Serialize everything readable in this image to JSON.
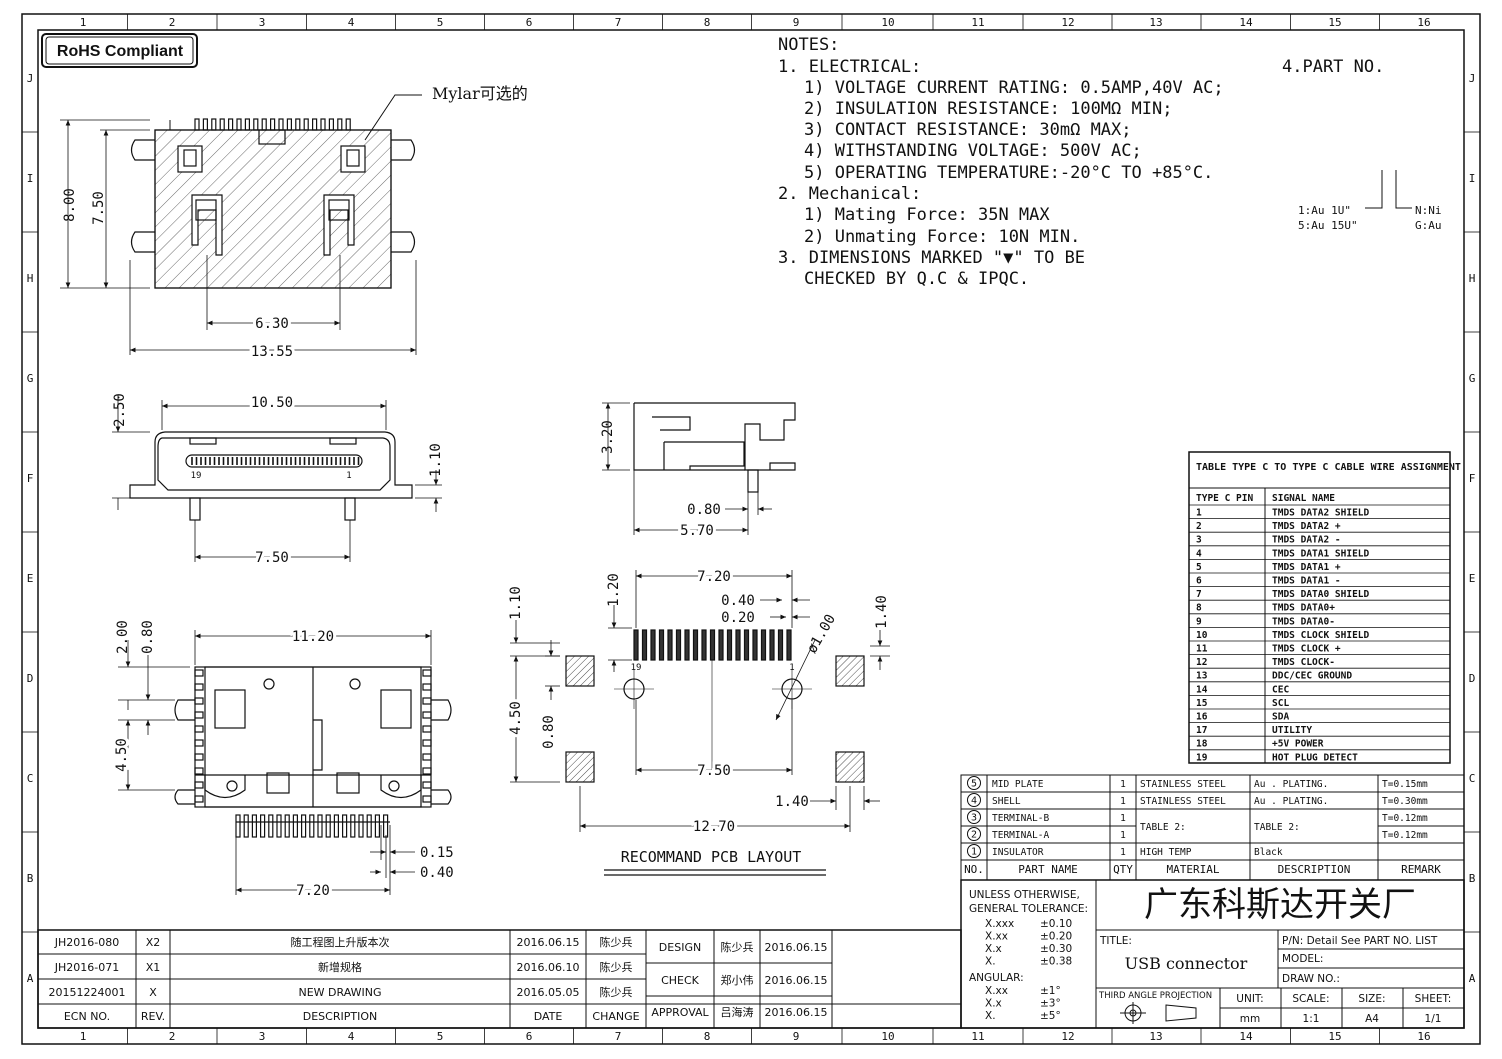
{
  "frame": {
    "col_numbers": [
      "1",
      "2",
      "3",
      "4",
      "5",
      "6",
      "7",
      "8",
      "9",
      "10",
      "11",
      "12",
      "13",
      "14",
      "15",
      "16"
    ],
    "row_letters": [
      "J",
      "I",
      "H",
      "G",
      "F",
      "E",
      "D",
      "C",
      "B",
      "A"
    ]
  },
  "rohs": "RoHS Compliant",
  "mylar_note": "Mylar可选的",
  "notes": {
    "heading": "NOTES:",
    "lines": [
      "1. ELECTRICAL:",
      "1) VOLTAGE CURRENT RATING: 0.5AMP,40V AC;",
      "2) INSULATION RESISTANCE: 100MΩ MIN;",
      "3) CONTACT RESISTANCE: 30mΩ MAX;",
      "4) WITHSTANDING VOLTAGE: 500V AC;",
      "5) OPERATING TEMPERATURE:-20°C TO +85°C.",
      "2. Mechanical:",
      "1) Mating Force: 35N MAX",
      "2) Unmating Force: 10N MIN.",
      "3. DIMENSIONS MARKED \"▼\" TO BE",
      "CHECKED BY Q.C & IPQC."
    ]
  },
  "part_no": {
    "label": "4.PART NO.",
    "left1": "1:Au 1U\"",
    "left2": "5:Au 15U\"",
    "right1": "N:Ni",
    "right2": "G:Au"
  },
  "dims": {
    "top_view": [
      "8.00",
      "7.50",
      "6.30",
      "13.55"
    ],
    "front_view": [
      "10.50",
      "2.50",
      "1.10",
      "7.50"
    ],
    "front_pins": [
      "19",
      "1"
    ],
    "side_view": [
      "3.20",
      "0.80",
      "5.70"
    ],
    "bottom_view": [
      "11.20",
      "2.00",
      "0.80",
      "4.50",
      "0.15",
      "0.40",
      "7.20"
    ],
    "pcb": [
      "7.20",
      "0.40",
      "0.20",
      "1.20",
      "1.10",
      "1.40",
      "ø1.00",
      "4.50",
      "0.80",
      "7.50",
      "1.40",
      "12.70"
    ],
    "pcb_pins": [
      "19",
      "1"
    ]
  },
  "pcb_title": "RECOMMAND PCB LAYOUT",
  "pin_table": {
    "title": "TABLE TYPE C TO TYPE C CABLE WIRE ASSIGNMENT",
    "col_pin": "TYPE C PIN",
    "col_signal": "SIGNAL NAME",
    "rows": [
      [
        "1",
        "TMDS DATA2 SHIELD"
      ],
      [
        "2",
        "TMDS DATA2 +"
      ],
      [
        "3",
        "TMDS DATA2 -"
      ],
      [
        "4",
        "TMDS DATA1 SHIELD"
      ],
      [
        "5",
        "TMDS DATA1 +"
      ],
      [
        "6",
        "TMDS DATA1 -"
      ],
      [
        "7",
        "TMDS DATA0 SHIELD"
      ],
      [
        "8",
        "TMDS DATA0+"
      ],
      [
        "9",
        "TMDS DATA0-"
      ],
      [
        "10",
        "TMDS CLOCK SHIELD"
      ],
      [
        "11",
        "TMDS CLOCK +"
      ],
      [
        "12",
        "TMDS CLOCK-"
      ],
      [
        "13",
        "DDC/CEC GROUND"
      ],
      [
        "14",
        "CEC"
      ],
      [
        "15",
        "SCL"
      ],
      [
        "16",
        "SDA"
      ],
      [
        "17",
        "UTILITY"
      ],
      [
        "18",
        "+5V POWER"
      ],
      [
        "19",
        "HOT PLUG DETECT"
      ]
    ]
  },
  "bom": {
    "rows": [
      {
        "no": "5",
        "name": "MID PLATE",
        "qty": "1",
        "material": "STAINLESS STEEL",
        "desc": "Au . PLATING.",
        "remark": "T=0.15mm"
      },
      {
        "no": "4",
        "name": "SHELL",
        "qty": "1",
        "material": "STAINLESS STEEL",
        "desc": "Au . PLATING.",
        "remark": "T=0.30mm"
      },
      {
        "no": "3",
        "name": "TERMINAL-B",
        "qty": "1",
        "material": "TABLE 2:",
        "desc": "TABLE 2:",
        "remark": "T=0.12mm"
      },
      {
        "no": "2",
        "name": "TERMINAL-A",
        "qty": "1",
        "material": "",
        "desc": "",
        "remark": "T=0.12mm"
      },
      {
        "no": "1",
        "name": "INSULATOR",
        "qty": "1",
        "material": "HIGH TEMP",
        "desc": "Black",
        "remark": ""
      }
    ],
    "header": {
      "no": "NO.",
      "name": "PART NAME",
      "qty": "QTY",
      "material": "MATERIAL",
      "desc": "DESCRIPTION",
      "remark": "REMARK"
    }
  },
  "tolerance": {
    "title1": "UNLESS OTHERWISE,",
    "title2": "GENERAL TOLERANCE:",
    "rows": [
      [
        "X.xxx",
        "±0.10"
      ],
      [
        "X.xx",
        "±0.20"
      ],
      [
        "X.x",
        "±0.30"
      ],
      [
        "X.",
        "±0.38"
      ]
    ],
    "angular": "ANGULAR:",
    "ang_rows": [
      [
        "X.xx",
        "±1°"
      ],
      [
        "X.x",
        "±3°"
      ],
      [
        "X.",
        "±5°"
      ]
    ]
  },
  "company": "广东科斯达开关厂",
  "title_label": "TITLE:",
  "title_value": "USB connector",
  "pn": "P/N: Detail See PART NO. LIST",
  "model": "MODEL:",
  "draw_no": "DRAW NO.:",
  "projection": "THIRD ANGLE PROJECTION",
  "unit": {
    "label": "UNIT:",
    "value": "mm"
  },
  "scale": {
    "label": "SCALE:",
    "value": "1:1"
  },
  "size": {
    "label": "SIZE:",
    "value": "A4"
  },
  "sheet": {
    "label": "SHEET:",
    "value": "1/1"
  },
  "revisions": [
    {
      "ecn": "JH2016-080",
      "rev": "X2",
      "desc": "随工程图上升版本次",
      "date": "2016.06.15",
      "change": "陈少兵"
    },
    {
      "ecn": "JH2016-071",
      "rev": "X1",
      "desc": "新增规格",
      "date": "2016.06.10",
      "change": "陈少兵"
    },
    {
      "ecn": "20151224001",
      "rev": "X",
      "desc": "NEW DRAWING",
      "date": "2016.05.05",
      "change": "陈少兵"
    }
  ],
  "rev_header": {
    "ecn": "ECN NO.",
    "rev": "REV.",
    "desc": "DESCRIPTION",
    "date": "DATE",
    "change": "CHANGE"
  },
  "approvals": [
    {
      "role": "DESIGN",
      "name": "陈少兵",
      "date": "2016.06.15"
    },
    {
      "role": "CHECK",
      "name": "郑小伟",
      "date": "2016.06.15"
    },
    {
      "role": "APPROVAL",
      "name": "吕海涛",
      "date": "2016.06.15"
    }
  ]
}
